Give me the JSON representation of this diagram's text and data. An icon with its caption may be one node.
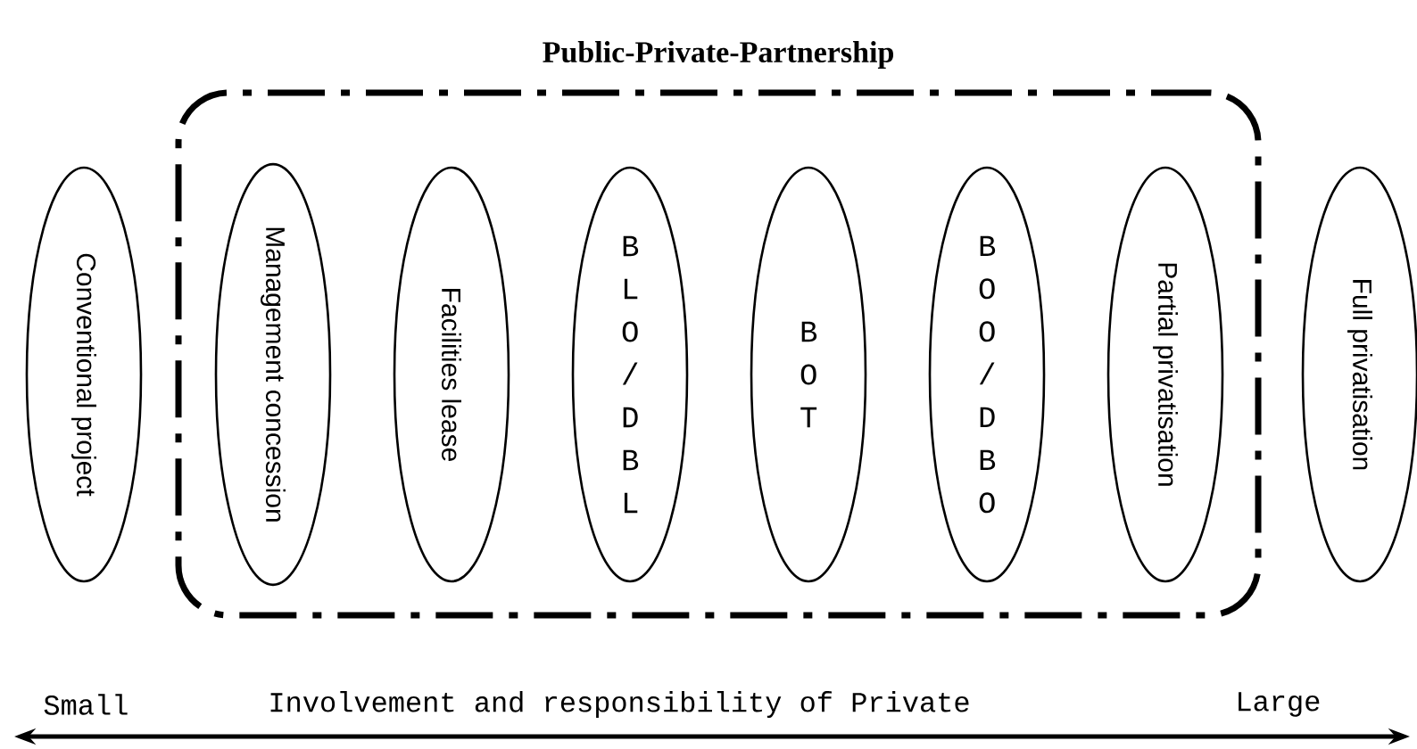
{
  "diagram": {
    "nodes": [
      {
        "text": [
          "Public-Private-Partnership"
        ]
      },
      {
        "text": [
          "Conventional project"
        ]
      },
      {
        "text": [
          "Management concession"
        ],
        "in": 0
      },
      {
        "text": [
          "Facilities lease"
        ],
        "in": 0
      },
      {
        "text": [
          "B L O / D B L"
        ],
        "in": 0
      },
      {
        "text": [
          "B O T"
        ],
        "in": 0
      },
      {
        "text": [
          "B O O / D B O"
        ],
        "in": 0
      },
      {
        "text": [
          "Partial privatisation"
        ],
        "in": 0
      },
      {
        "text": [
          "Full privatisation"
        ]
      }
    ],
    "edges": [],
    "labels": [
      "Small",
      "Involvement and responsibility of Private",
      "Large"
    ]
  }
}
